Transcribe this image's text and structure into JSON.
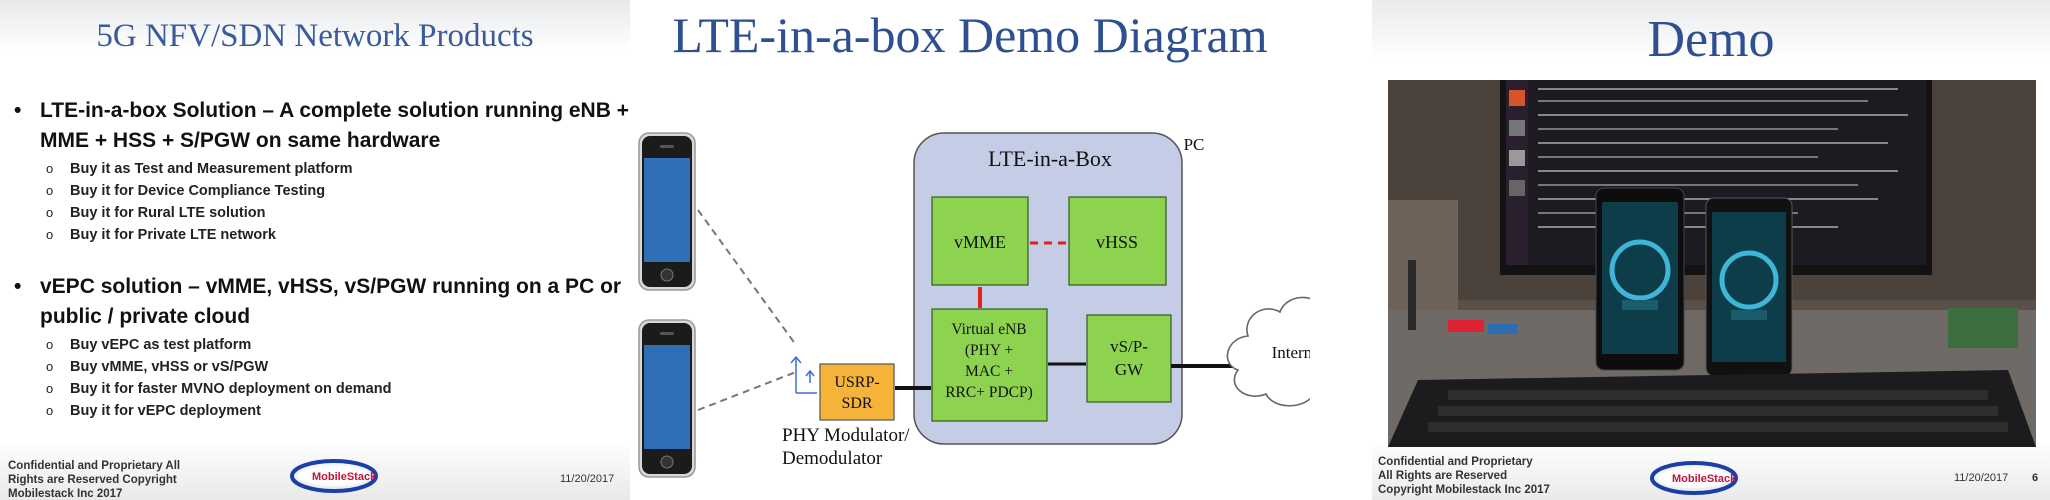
{
  "slide1": {
    "title": "5G NFV/SDN Network Products",
    "bullet1": "LTE-in-a-box Solution – A complete solution running eNB + MME + HSS + S/PGW on same hardware",
    "bullet1_subs": [
      "Buy it as Test and Measurement platform",
      "Buy it for Device Compliance Testing",
      "Buy it for Rural LTE solution",
      "Buy it for Private LTE network"
    ],
    "bullet2": "vEPC solution – vMME, vHSS, vS/PGW running on a PC or public / private cloud",
    "bullet2_subs": [
      "Buy vEPC as test platform",
      "Buy vMME, vHSS or vS/PGW",
      "Buy it for faster MVNO deployment on demand",
      "Buy it for vEPC deployment"
    ],
    "footer_lines": [
      "Confidential and Proprietary All",
      "Rights are Reserved  Copyright",
      "Mobilestack Inc 2017"
    ],
    "logo": "MobileStack",
    "date": "11/20/2017"
  },
  "slide2": {
    "title": "LTE-in-a-box Demo Diagram",
    "box_label": "LTE-in-a-Box",
    "pc_label": "PC",
    "vmme": "vMME",
    "vhss": "vHSS",
    "venb_lines": [
      "Virtual eNB",
      "(PHY +",
      "MAC +",
      "RRC+ PDCP)"
    ],
    "vspgw_lines": [
      "vS/P-",
      "GW"
    ],
    "usrp_lines": [
      "USRP-",
      "SDR"
    ],
    "internet": "Internet",
    "phy_lines": [
      "PHY Modulator/",
      "Demodulator"
    ]
  },
  "slide3": {
    "title": "Demo",
    "footer_lines": [
      "Confidential and Proprietary",
      "All Rights are Reserved",
      "Copyright Mobilestack Inc 2017"
    ],
    "logo": "MobileStack",
    "date": "11/20/2017",
    "page": "6"
  },
  "colors": {
    "title_blue": "#2e5090",
    "box_fill": "#c5cde6",
    "node_green": "#8ed34f",
    "usrp_orange": "#f6b33a",
    "link_red": "#e2231a"
  }
}
